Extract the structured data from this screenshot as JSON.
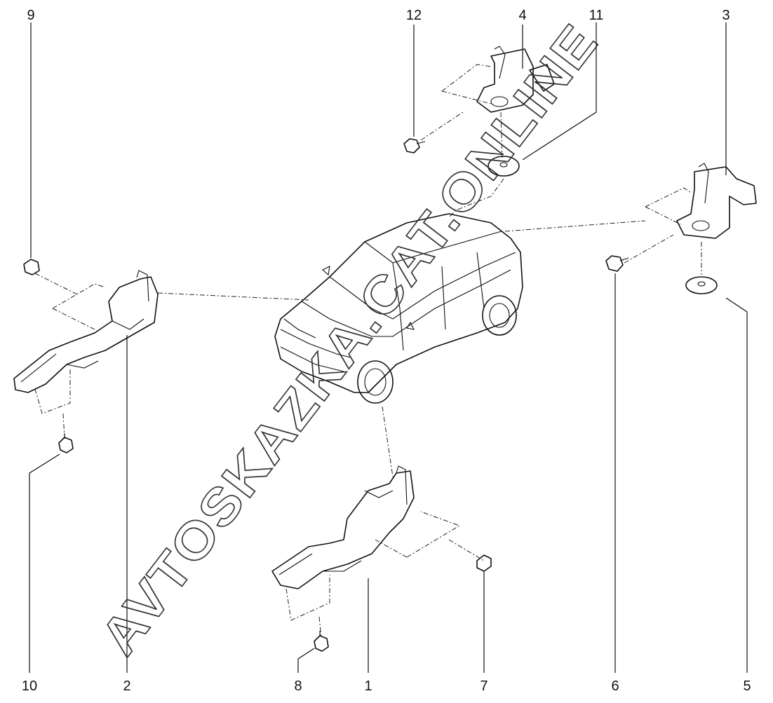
{
  "callouts": [
    {
      "label": "1"
    },
    {
      "label": "2"
    },
    {
      "label": "3"
    },
    {
      "label": "4"
    },
    {
      "label": "5"
    },
    {
      "label": "6"
    },
    {
      "label": "7"
    },
    {
      "label": "8"
    },
    {
      "label": "9"
    },
    {
      "label": "10"
    },
    {
      "label": "11"
    },
    {
      "label": "12"
    }
  ],
  "watermark": "AVTOSKAZKA.CAT.ONLINE"
}
